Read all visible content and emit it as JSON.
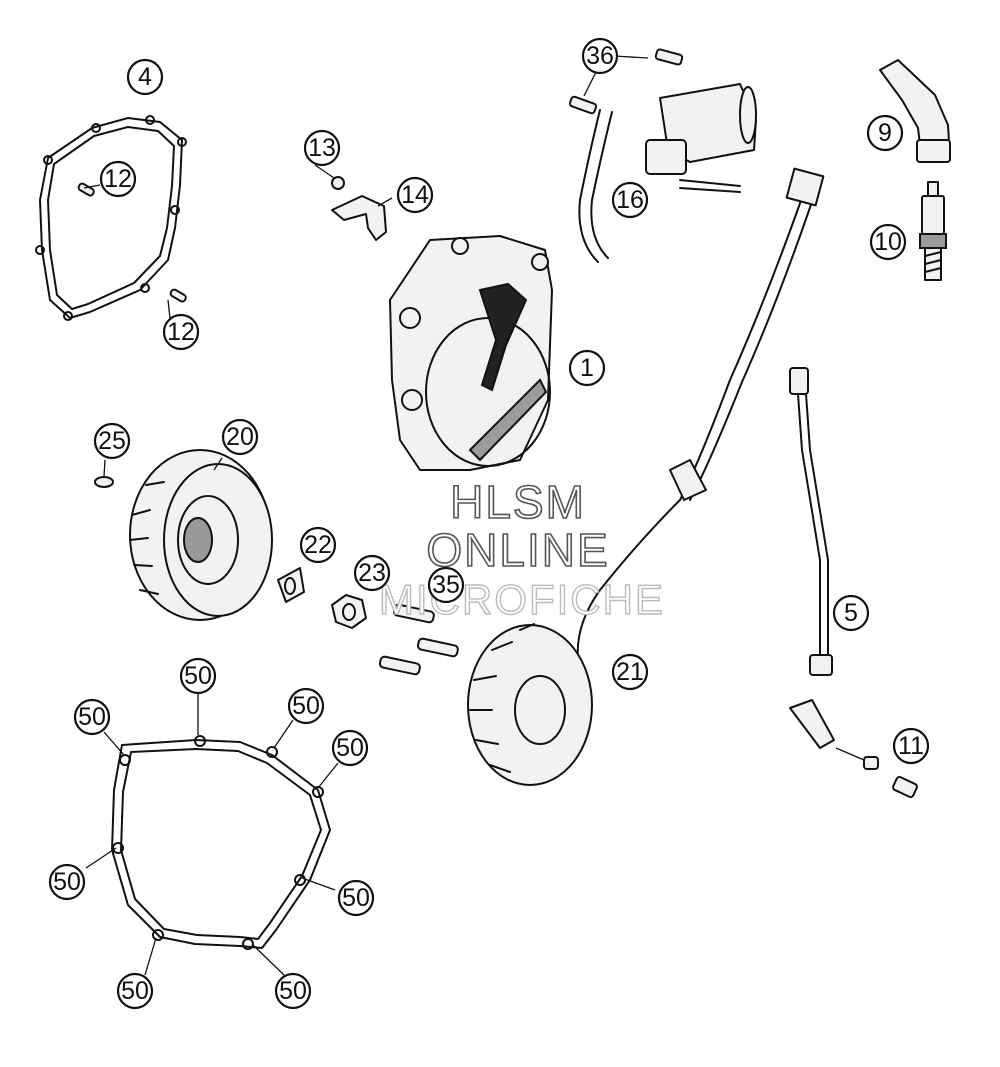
{
  "watermark": {
    "line1": "HLSM",
    "line2": "ONLINE",
    "line3": "MICROFICHE"
  },
  "callouts": [
    {
      "id": "c1",
      "label": "1"
    },
    {
      "id": "c4",
      "label": "4"
    },
    {
      "id": "c5",
      "label": "5"
    },
    {
      "id": "c9",
      "label": "9"
    },
    {
      "id": "c10",
      "label": "10"
    },
    {
      "id": "c11",
      "label": "11"
    },
    {
      "id": "c12a",
      "label": "12"
    },
    {
      "id": "c12b",
      "label": "12"
    },
    {
      "id": "c13",
      "label": "13"
    },
    {
      "id": "c14",
      "label": "14"
    },
    {
      "id": "c16",
      "label": "16"
    },
    {
      "id": "c20",
      "label": "20"
    },
    {
      "id": "c21",
      "label": "21"
    },
    {
      "id": "c22",
      "label": "22"
    },
    {
      "id": "c23",
      "label": "23"
    },
    {
      "id": "c25",
      "label": "25"
    },
    {
      "id": "c35",
      "label": "35"
    },
    {
      "id": "c36",
      "label": "36"
    },
    {
      "id": "c50a",
      "label": "50"
    },
    {
      "id": "c50b",
      "label": "50"
    },
    {
      "id": "c50c",
      "label": "50"
    },
    {
      "id": "c50d",
      "label": "50"
    },
    {
      "id": "c50e",
      "label": "50"
    },
    {
      "id": "c50f",
      "label": "50"
    },
    {
      "id": "c50g",
      "label": "50"
    },
    {
      "id": "c50h",
      "label": "50"
    }
  ]
}
